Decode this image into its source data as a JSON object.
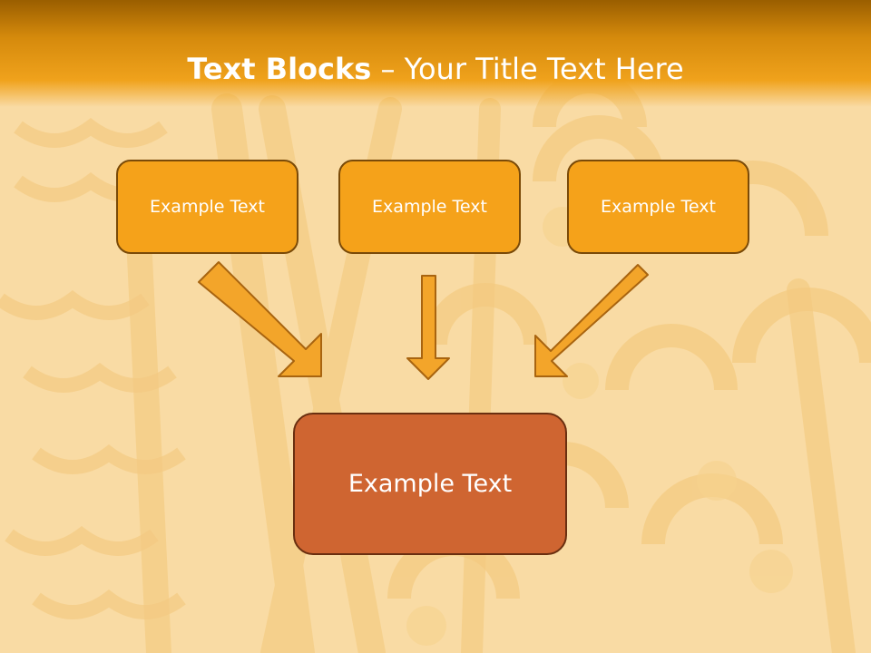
{
  "slide": {
    "title_bold": "Text Blocks",
    "title_separator": " – ",
    "title_rest": "Your Title Text Here"
  },
  "diagram": {
    "top_blocks": [
      {
        "label": "Example Text"
      },
      {
        "label": "Example Text"
      },
      {
        "label": "Example Text"
      }
    ],
    "bottom_block": {
      "label": "Example Text"
    }
  },
  "colors": {
    "title_bar": "#e8950f",
    "block_fill": "#f5a21a",
    "block_border": "#7a4a08",
    "main_block_fill": "#cf6531",
    "arrow_fill": "#f3a52a",
    "arrow_stroke": "#a86410",
    "text": "#ffffff"
  }
}
